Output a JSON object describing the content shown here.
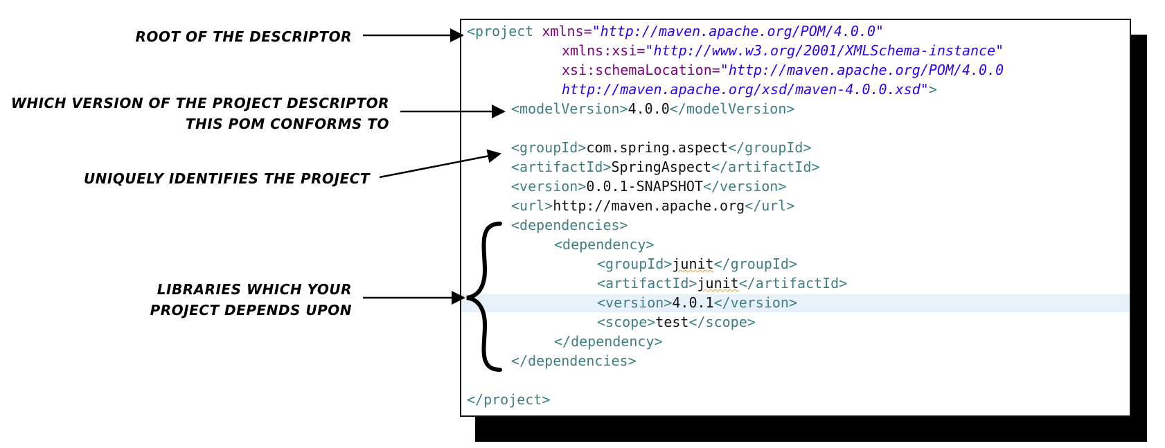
{
  "annotations": {
    "root": "ROOT OF THE DESCRIPTOR",
    "model_version_line1": "WHICH VERSION OF THE PROJECT DESCRIPTOR",
    "model_version_line2": "THIS POM CONFORMS TO",
    "identifies": "UNIQUELY IDENTIFIES THE PROJECT",
    "libraries_line1": "LIBRARIES WHICH YOUR",
    "libraries_line2": "PROJECT DEPENDS UPON"
  },
  "code": {
    "l1_open": "<project",
    "l1_attr": "xmlns=",
    "l1_val": "\"http://maven.apache.org/POM/4.0.0\"",
    "l2_attr": "xmlns:xsi=",
    "l2_val": "\"http://www.w3.org/2001/XMLSchema-instance\"",
    "l3_attr": "xsi:schemaLocation=",
    "l3_val": "\"http://maven.apache.org/POM/4.0.0",
    "l4_val": "http://maven.apache.org/xsd/maven-4.0.0.xsd\"",
    "l4_close": ">",
    "mv_open": "<modelVersion>",
    "mv_text": "4.0.0",
    "mv_close": "</modelVersion>",
    "gid_open": "<groupId>",
    "gid_text": "com.spring.aspect",
    "gid_close": "</groupId>",
    "aid_open": "<artifactId>",
    "aid_text": "SpringAspect",
    "aid_close": "</artifactId>",
    "ver_open": "<version>",
    "ver_text": "0.0.1-SNAPSHOT",
    "ver_close": "</version>",
    "url_open": "<url>",
    "url_text": "http://maven.apache.org",
    "url_close": "</url>",
    "deps_open": "<dependencies>",
    "dep_open": "<dependency>",
    "dgid_open": "<groupId>",
    "dgid_text": "junit",
    "dgid_close": "</groupId>",
    "daid_open": "<artifactId>",
    "daid_text": "junit",
    "daid_close": "</artifactId>",
    "dver_open": "<version>",
    "dver_text": "4.0.1",
    "dver_close": "</version>",
    "dscope_open": "<scope>",
    "dscope_text": "test",
    "dscope_close": "</scope>",
    "dep_close": "</dependency>",
    "deps_close": "</dependencies>",
    "project_close": "</project>"
  },
  "colors": {
    "tag": "#3f7f7f",
    "attribute": "#7f007f",
    "value": "#2a00ff",
    "text": "#111111",
    "highlight": "#e8f0fa"
  }
}
